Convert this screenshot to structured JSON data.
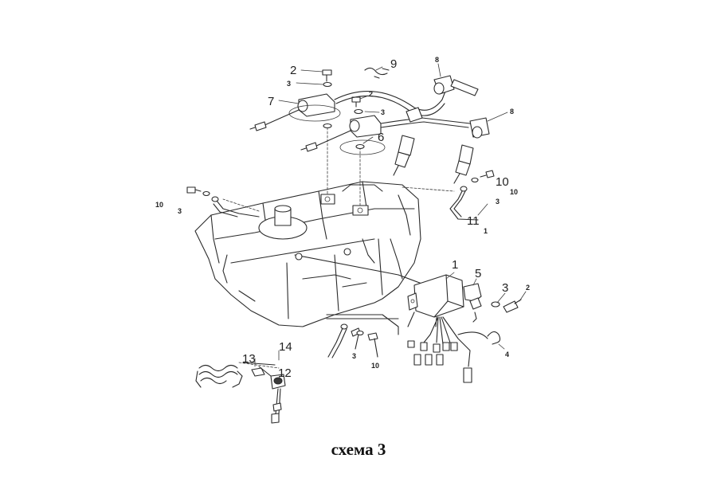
{
  "callouts": {
    "c2_top": "2",
    "c9": "9",
    "c8_top": "8",
    "c3_a": "3",
    "c7": "7",
    "c2_b": "2",
    "c3_b": "3",
    "c6": "6",
    "c8_b": "8",
    "c10_a": "10",
    "c3_c": "3",
    "c10_b": "10",
    "c10_c": "10",
    "c3_d": "3",
    "c11": "11",
    "c1_small": "1",
    "c1": "1",
    "c5": "5",
    "c3_e": "3",
    "c2_c": "2",
    "c4": "4",
    "c3_f": "3",
    "c10_d": "10",
    "c14": "14",
    "c13": "13",
    "c12": "12"
  },
  "caption": "схема 3"
}
